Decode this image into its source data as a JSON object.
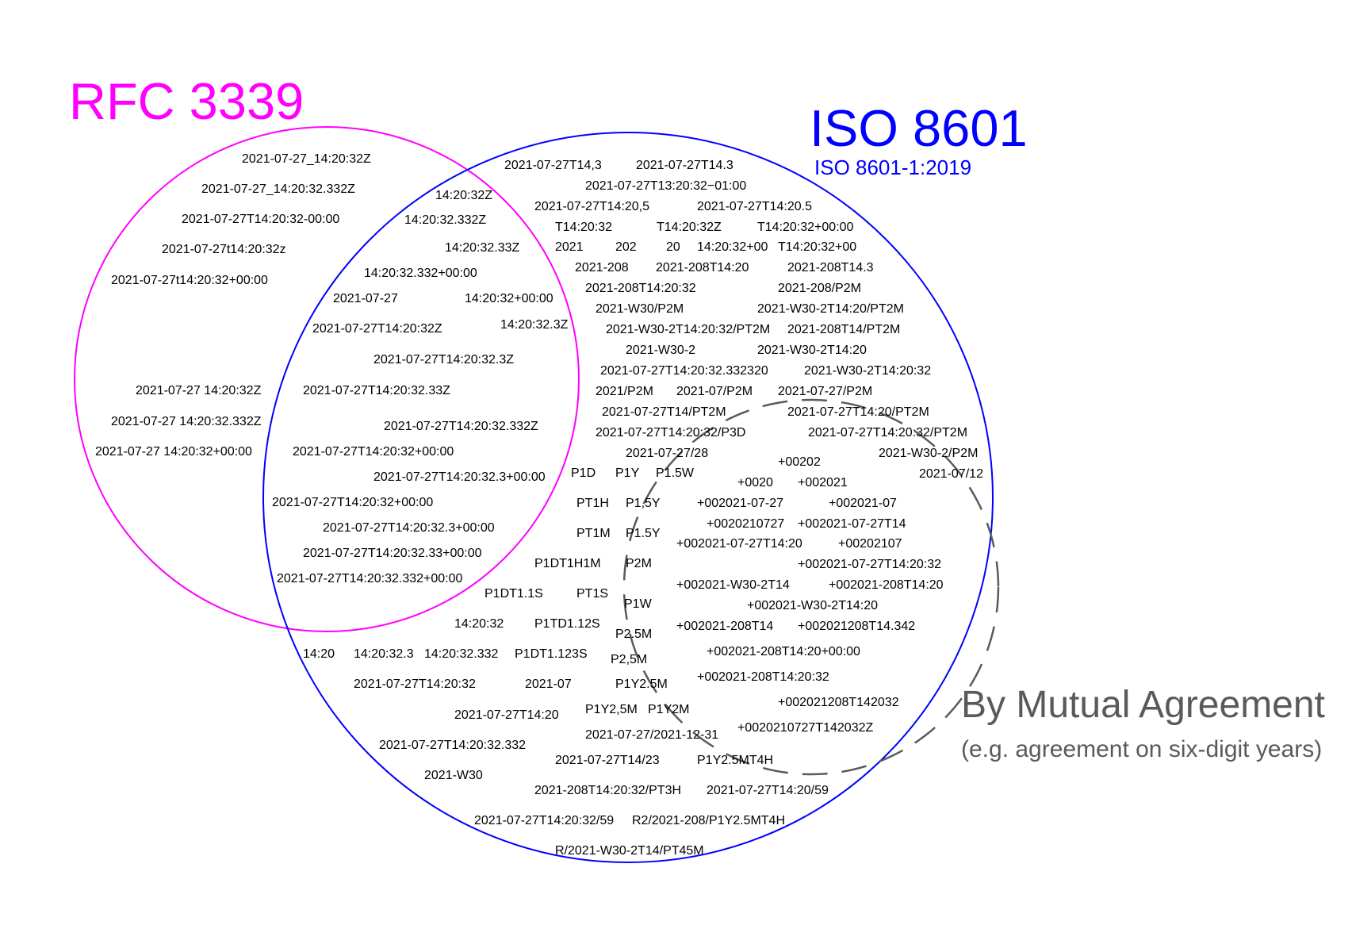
{
  "colors": {
    "rfc": "#ff00ff",
    "iso": "#0000ff",
    "agreement": "#5a5a5a",
    "text": "#000000"
  },
  "labels": {
    "rfc_title": "RFC 3339",
    "iso_title": "ISO 8601",
    "iso_subtitle": "ISO 8601-1:2019",
    "agreement_title": "By Mutual Agreement",
    "agreement_subtitle": "(e.g. agreement on six-digit years)"
  },
  "rfc_only": [
    "2021-07-27_14:20:32Z",
    "2021-07-27_14:20:32.332Z",
    "2021-07-27T14:20:32-00:00",
    "2021-07-27t14:20:32z",
    "2021-07-27t14:20:32+00:00",
    "2021-07-27 14:20:32Z",
    "2021-07-27 14:20:32.332Z",
    "2021-07-27 14:20:32+00:00"
  ],
  "both": [
    "14:20:32Z",
    "14:20:32.332Z",
    "14:20:32.33Z",
    "14:20:32.332+00:00",
    "2021-07-27",
    "14:20:32+00:00",
    "14:20:32.3Z",
    "2021-07-27T14:20:32Z",
    "2021-07-27T14:20:32.3Z",
    "2021-07-27T14:20:32.33Z",
    "2021-07-27T14:20:32.332Z",
    "2021-07-27T14:20:32+00:00",
    "2021-07-27T14:20:32.3+00:00",
    "2021-07-27T14:20:32+00:00",
    "2021-07-27T14:20:32.3+00:00",
    "2021-07-27T14:20:32.33+00:00",
    "2021-07-27T14:20:32.332+00:00"
  ],
  "iso_only": [
    "2021-07-27T14,3",
    "2021-07-27T14.3",
    "2021-07-27T13:20:32−01:00",
    "2021-07-27T14:20,5",
    "2021-07-27T14:20.5",
    "T14:20:32",
    "T14:20:32Z",
    "T14:20:32+00:00",
    "2021",
    "202",
    "20",
    "14:20:32+00",
    "T14:20:32+00",
    "2021-208",
    "2021-208T14:20",
    "2021-208T14.3",
    "2021-208T14:20:32",
    "2021-208/P2M",
    "2021-W30/P2M",
    "2021-W30-2T14:20/PT2M",
    "2021-W30-2T14:20:32/PT2M",
    "2021-208T14/PT2M",
    "2021-W30-2",
    "2021-W30-2T14:20",
    "2021-07-27T14:20:32.332320",
    "2021-W30-2T14:20:32",
    "2021/P2M",
    "2021-07/P2M",
    "2021-07-27/P2M",
    "2021-07-27T14/PT2M",
    "2021-07-27T14:20/PT2M",
    "2021-07-27T14:20:32/P3D",
    "2021-07-27T14:20:32/PT2M",
    "2021-07-27/28",
    "2021-W30-2/P2M",
    "2021-07/12",
    "P1D",
    "P1Y",
    "P1.5W",
    "PT1H",
    "P1,5Y",
    "PT1M",
    "P1.5Y",
    "P1DT1H1M",
    "P2M",
    "P1DT1.1S",
    "PT1S",
    "P1W",
    "14:20:32",
    "P1TD1.12S",
    "P2.5M",
    "14:20",
    "14:20:32.3",
    "14:20:32.332",
    "P1DT1.123S",
    "P2,5M",
    "2021-07-27T14:20:32",
    "2021-07",
    "P1Y2.5M",
    "P1Y2,5M",
    "P1Y2M",
    "2021-07-27T14:20",
    "2021-07-27/2021-12-31",
    "2021-07-27T14:20:32.332",
    "2021-07-27T14/23",
    "P1Y2.5MT4H",
    "2021-W30",
    "2021-208T14:20:32/PT3H",
    "2021-07-27T14:20/59",
    "2021-07-27T14:20:32/59",
    "R2/2021-208/P1Y2.5MT4H",
    "R/2021-W30-2T14/PT45M"
  ],
  "agreement": [
    "+00202",
    "+0020",
    "+002021",
    "+002021-07-27",
    "+002021-07",
    "+0020210727",
    "+002021-07-27T14",
    "+002021-07-27T14:20",
    "+00202107",
    "+002021-07-27T14:20:32",
    "+002021-W30-2T14",
    "+002021-208T14:20",
    "+002021-W30-2T14:20",
    "+002021-208T14",
    "+002021208T14.342",
    "+002021-208T14:20+00:00",
    "+002021-208T14:20:32",
    "+002021208T142032",
    "+0020210727T142032Z"
  ]
}
